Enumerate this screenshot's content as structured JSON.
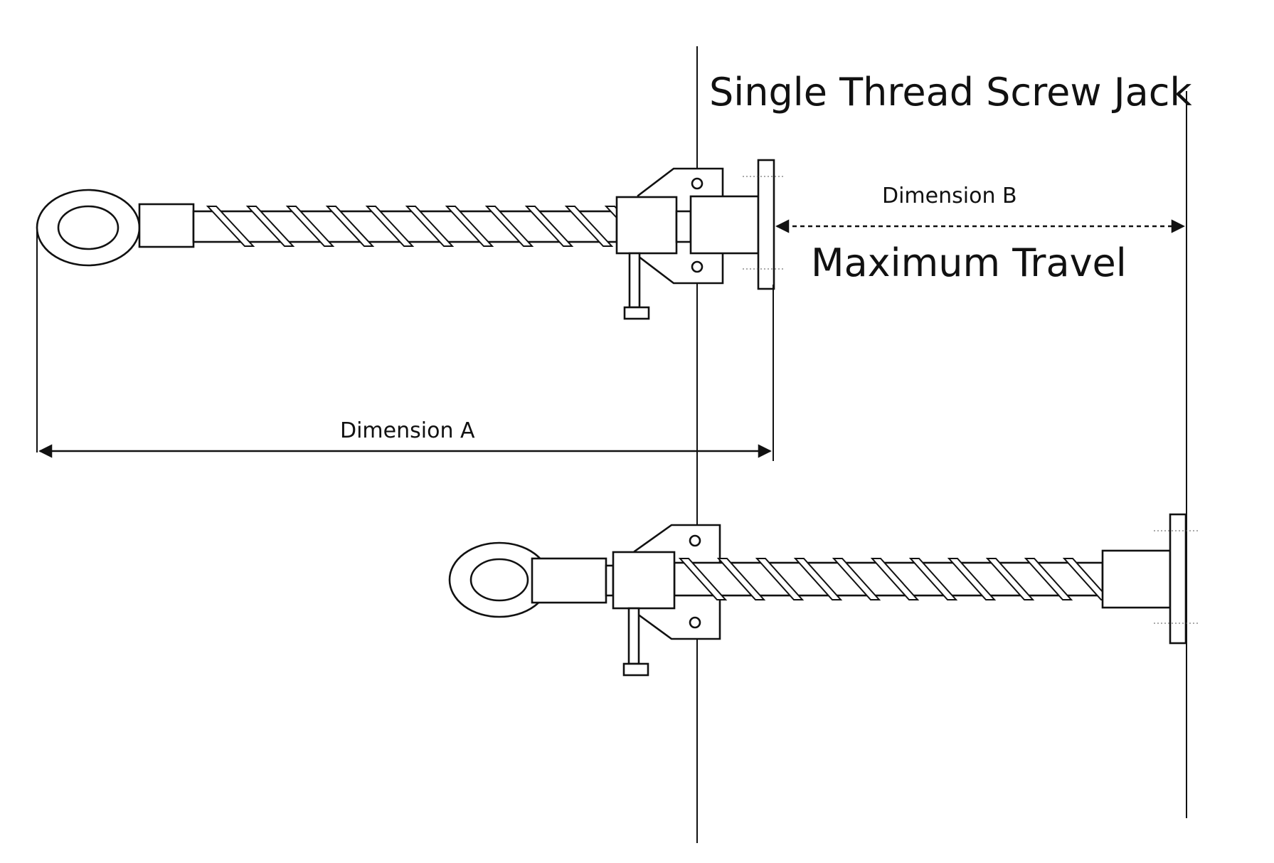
{
  "diagram": {
    "title": "Single Thread Screw Jack",
    "dimension_a": "Dimension A",
    "dimension_b": "Dimension B",
    "maximum_travel": "Maximum Travel"
  },
  "colors": {
    "ink": "#111111",
    "background": "#ffffff"
  }
}
